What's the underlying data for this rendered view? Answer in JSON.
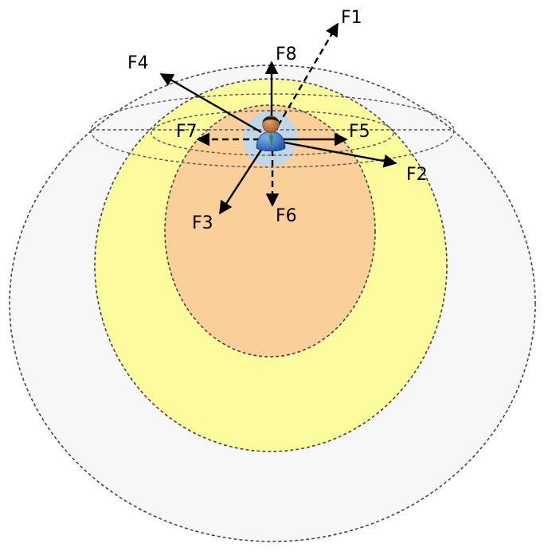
{
  "colors": {
    "outer_sphere": "#f7f7f7",
    "middle_sphere": "#fcfc9e",
    "inner_sphere": "#fbcf9a",
    "core_sphere": "#b9d7ef",
    "outline": "#444444",
    "arrow": "#000000"
  },
  "person": {
    "icon": "person-icon"
  },
  "forces": [
    {
      "id": "f1",
      "label": "F1",
      "style": "dashed"
    },
    {
      "id": "f2",
      "label": "F2",
      "style": "solid"
    },
    {
      "id": "f3",
      "label": "F3",
      "style": "solid"
    },
    {
      "id": "f4",
      "label": "F4",
      "style": "solid"
    },
    {
      "id": "f5",
      "label": "F5",
      "style": "solid"
    },
    {
      "id": "f6",
      "label": "F6",
      "style": "dashed"
    },
    {
      "id": "f7",
      "label": "F7",
      "style": "dashed"
    },
    {
      "id": "f8",
      "label": "F8",
      "style": "solid"
    }
  ]
}
